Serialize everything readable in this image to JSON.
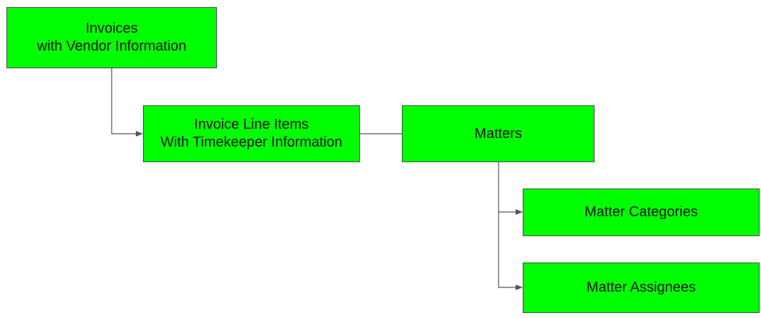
{
  "diagram": {
    "colors": {
      "node_fill": "#00ff00",
      "node_border": "#4a4a4a",
      "connector": "#555555",
      "text": "#111111"
    },
    "nodes": {
      "invoices": {
        "line1": "Invoices",
        "line2": "with Vendor Information"
      },
      "line_items": {
        "line1": "Invoice Line Items",
        "line2": "With Timekeeper Information"
      },
      "matters": {
        "line1": "Matters"
      },
      "matter_categories": {
        "line1": "Matter Categories"
      },
      "matter_assignees": {
        "line1": "Matter Assignees"
      }
    },
    "edges": [
      {
        "from": "invoices",
        "to": "line_items",
        "arrow": true
      },
      {
        "from": "line_items",
        "to": "matters",
        "arrow": false
      },
      {
        "from": "matters",
        "to": "matter_categories",
        "arrow": true
      },
      {
        "from": "matters",
        "to": "matter_assignees",
        "arrow": true
      }
    ]
  }
}
